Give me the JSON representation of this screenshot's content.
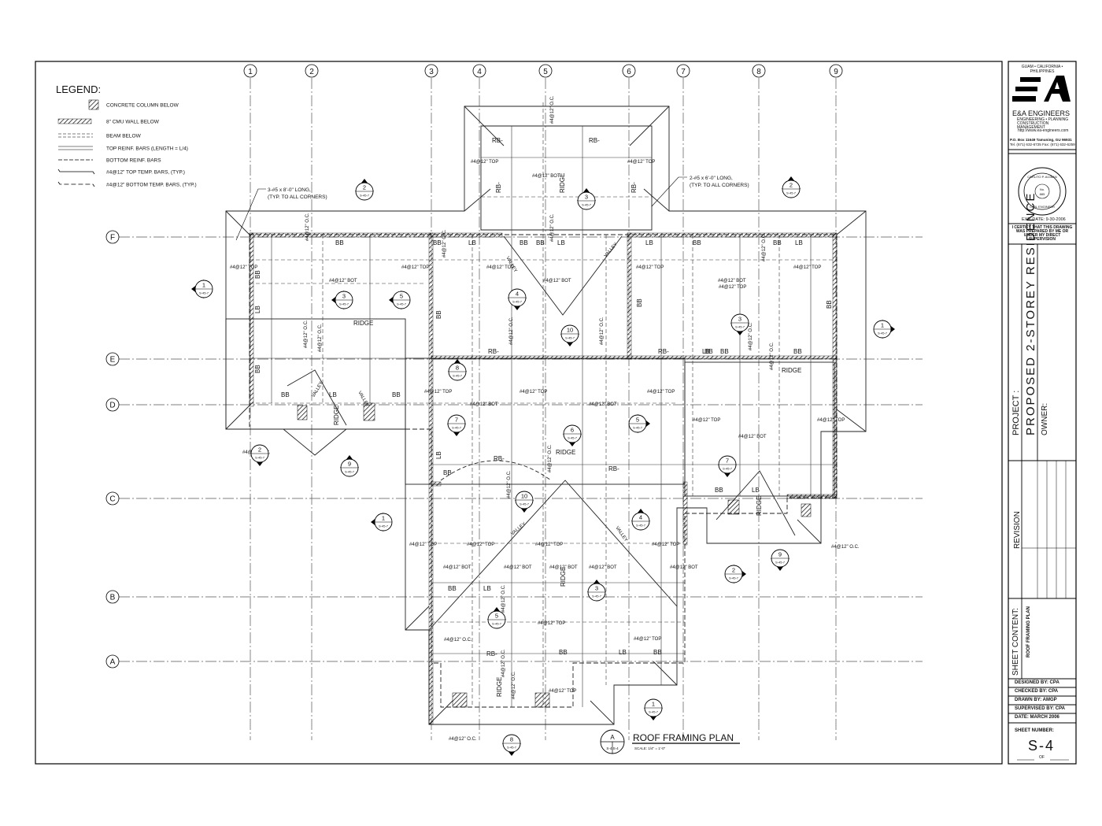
{
  "legend": {
    "title": "LEGEND:",
    "items": [
      {
        "label": "CONCRETE COLUMN BELOW",
        "symbol": "hatched-square"
      },
      {
        "label": "8\" CMU WALL BELOW",
        "symbol": "hatched-band"
      },
      {
        "label": "BEAM BELOW",
        "symbol": "double-dashed"
      },
      {
        "label": "TOP REINF. BARS (LENGTH = L/4)",
        "symbol": "double-solid"
      },
      {
        "label": "BOTTOM REINF. BARS",
        "symbol": "dashed"
      },
      {
        "label": "#4@12\" TOP TEMP. BARS, (TYP.)",
        "symbol": "solid-bar"
      },
      {
        "label": "#4@12\" BOTTOM TEMP. BARS, (TYP.)",
        "symbol": "dashed-bar"
      }
    ]
  },
  "grid": {
    "columns": [
      "1",
      "2",
      "3",
      "4",
      "5",
      "6",
      "7",
      "8",
      "9"
    ],
    "rows": [
      "F",
      "E",
      "D",
      "C",
      "B",
      "A"
    ]
  },
  "notes": {
    "left_corner": [
      "3-#5 x 8'-0\" LONG,",
      "(TYP. TO ALL CORNERS)"
    ],
    "right_corner": [
      "2-#5 x 6'-0\" LONG,",
      "(TYP. TO ALL CORNERS)"
    ]
  },
  "plan_labels": {
    "bb": "BB",
    "lb": "LB",
    "rb": "RB-",
    "ridge": "RIDGE",
    "valley": "VALLEY",
    "top": "#4@12\" TOP",
    "bot": "#4@12\" BOT",
    "oc": "#4@12\" O.C."
  },
  "detail_ref_sheet": "S-45-7",
  "detail_numbers": [
    "1",
    "2",
    "3",
    "4",
    "5",
    "6",
    "7",
    "8",
    "9",
    "10"
  ],
  "drawing_title": {
    "bubble_letter": "A",
    "bubble_refs": "S-4 S-4",
    "title": "ROOF FRAMING PLAN",
    "scale": "SCALE: 1/4\" = 1'-0\""
  },
  "title_block": {
    "locations": "GUAM • CALIFORNIA • PHILIPPINES",
    "logo": "EA",
    "firm_name": "E&A ENGINEERS",
    "firm_services": "ENGINEERING • PLANNING CONSTRUCTION MANAGEMENT",
    "firm_url": "http://www.ea-engineers.com",
    "firm_address": "P.O. Box 11649 Tamuning, GU 96931",
    "firm_phone": "Tel. (671) 632-6725  Fax: (671) 632-6259",
    "exp_date": "EXP. DATE:  9-30-2006",
    "certification": "I CERTIFY THAT THIS DRAWING WAS PREPARED BY ME OR UNDER MY DIRECT SUPERVISION",
    "project_label": "PROJECT :",
    "project_name": "PROPOSED 2-STOREY RESIDENCE",
    "owner_label": "OWNER:",
    "revision_label": "REVISION",
    "sheet_content_label": "SHEET CONTENT:",
    "sheet_content": "ROOF FRAMING PLAN",
    "designed_by": "DESIGNED BY: CPA",
    "checked_by": "CHECKED BY: CPA",
    "drawn_by": "DRAWN BY: AMGP",
    "supervised_by": "SUPERVISED BY: CPA",
    "date": "DATE: MARCH 2006",
    "sheet_number_label": "SHEET NUMBER:",
    "sheet_number": "S-4",
    "of_label": "OF"
  }
}
